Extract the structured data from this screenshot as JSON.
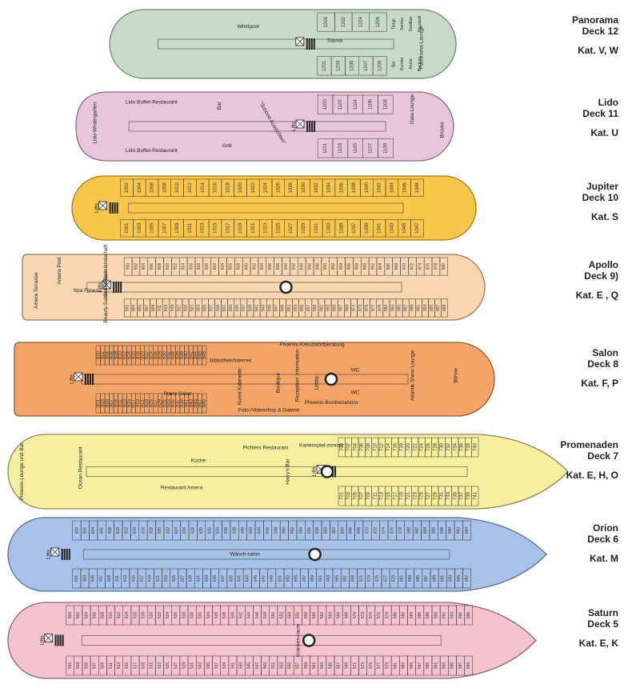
{
  "decks": [
    {
      "id": "panorama",
      "name": "Panorama",
      "deck": "Deck 12",
      "kat": "Kat. V, W",
      "color": "#c9d9c8",
      "stroke": "#6f8a70",
      "rooms": [
        {
          "id": "panorama-lounge",
          "label": "Panorama-Lounge"
        },
        {
          "id": "sauna-area",
          "label": "Sauna"
        },
        {
          "id": "whirl-pool",
          "label": "Whirlpool"
        }
      ],
      "cabins_top": [
        "1200",
        "1202",
        "1204",
        "1206"
      ],
      "cabins_bottom": [
        "1201",
        "1203",
        "1205",
        "1207",
        "1209"
      ],
      "extras": [
        "Tango",
        "Samba",
        "Sandbar",
        "Neustadt",
        "Bar",
        "Rumba",
        "Aruba",
        "Beckum"
      ]
    },
    {
      "id": "lido",
      "name": "Lido",
      "deck": "Deck 11",
      "kat": "Kat. U",
      "color": "#e7c5dd",
      "stroke": "#8b6a80",
      "rooms": [
        {
          "id": "lido-wintergarten",
          "label": "Lido-Wintergarten"
        },
        {
          "id": "lido-buffet-top",
          "label": "Lido Buffet-Restaurant"
        },
        {
          "id": "lido-buffet-bottom",
          "label": "Lido Buffet-Restaurant"
        },
        {
          "id": "bar",
          "label": "Bar"
        },
        {
          "id": "grill",
          "label": "Grill"
        },
        {
          "id": "schoene-aussichten",
          "label": "\"Schöne Aussichten\""
        },
        {
          "id": "gala-lounge",
          "label": "Gala-Lounge"
        },
        {
          "id": "bruecke",
          "label": "Brücke"
        },
        {
          "id": "lifts",
          "label": "Lifts"
        }
      ],
      "cabins_top": [
        "1100",
        "1102",
        "1104",
        "1106",
        "1108"
      ],
      "cabins_bottom": [
        "1101",
        "1103",
        "1105",
        "1107",
        "1109"
      ]
    },
    {
      "id": "jupiter",
      "name": "Jupiter",
      "deck": "Deck 10",
      "kat": "Kat. S",
      "color": "#f7c64a",
      "stroke": "#9a7d22",
      "rooms": [
        {
          "id": "lifts",
          "label": "Lifts"
        }
      ],
      "cabins_top": [
        "1002",
        "1004",
        "1006",
        "1008",
        "1010",
        "1012",
        "1014",
        "1016",
        "1018",
        "1020",
        "1022",
        "1024",
        "1026",
        "1028",
        "1030",
        "1032",
        "1034",
        "1036",
        "1038",
        "1040",
        "1042",
        "1044",
        "1046",
        "1048"
      ],
      "cabins_bottom": [
        "1001",
        "1003",
        "1005",
        "1007",
        "1009",
        "1011",
        "1013",
        "1015",
        "1017",
        "1019",
        "1021",
        "1023",
        "1025",
        "1027",
        "1029",
        "1031",
        "1033",
        "1035",
        "1037",
        "1039",
        "1041",
        "1043",
        "1045",
        "1047"
      ]
    },
    {
      "id": "apollo",
      "name": "Apollo",
      "deck": "Deck 9)",
      "kat": "Kat. E , Q",
      "color": "#f7d6b1",
      "stroke": "#9b7b58",
      "rooms": [
        {
          "id": "amera-terrasse",
          "label": "Amera Terrasse"
        },
        {
          "id": "amera-pool",
          "label": "Amera Pool"
        },
        {
          "id": "sauna-bad",
          "label": "Sauna Badelandschaft"
        },
        {
          "id": "spa",
          "label": "Spa Fitness"
        },
        {
          "id": "beauty",
          "label": "Beauty-Salon / Friseur"
        },
        {
          "id": "lifts",
          "label": "Lifts"
        }
      ],
      "cabins_top": [
        "900",
        "902",
        "904",
        "906",
        "908",
        "910",
        "912",
        "914",
        "916",
        "918",
        "920",
        "922",
        "924",
        "926",
        "928",
        "930",
        "932",
        "934",
        "936",
        "938",
        "940",
        "942",
        "944",
        "946",
        "948",
        "950",
        "952",
        "954",
        "956",
        "958",
        "960",
        "962",
        "964",
        "966",
        "968",
        "970",
        "972",
        "974",
        "976",
        "978",
        "980"
      ],
      "cabins_bottom": [
        "901",
        "903",
        "905",
        "907",
        "909",
        "911",
        "913",
        "915",
        "917",
        "919",
        "921",
        "923",
        "925",
        "927",
        "929",
        "931",
        "933",
        "935",
        "937",
        "939",
        "941",
        "943",
        "945",
        "947",
        "949",
        "951",
        "953",
        "955",
        "957",
        "959",
        "961",
        "963",
        "965",
        "967",
        "969",
        "971",
        "973",
        "975",
        "977",
        "979",
        "981",
        "983",
        "985",
        "987",
        "989",
        "991",
        "993",
        "995",
        "997",
        "999"
      ]
    },
    {
      "id": "salon",
      "name": "Salon",
      "deck": "Deck 8",
      "kat": "Kat.  F, P",
      "color": "#f4a466",
      "stroke": "#8d5c33",
      "rooms": [
        {
          "id": "bibliothek",
          "label": "Bibliothek/Internet"
        },
        {
          "id": "phoenix-kreuzfahrt",
          "label": "Phoenix-Kreuzfahrtberatung"
        },
        {
          "id": "kunst",
          "label": "Kunst Kabinette"
        },
        {
          "id": "boutique",
          "label": "Boutique"
        },
        {
          "id": "rezeption",
          "label": "Rezeption/ Information"
        },
        {
          "id": "lobby",
          "label": "Lobby"
        },
        {
          "id": "bordreisebuero",
          "label": "Phoenix-Bordreisebüro"
        },
        {
          "id": "foto",
          "label": "Foto-/Videoshop & Galerie"
        },
        {
          "id": "piano-salon",
          "label": "Piano Salon"
        },
        {
          "id": "atlantik-lounge",
          "label": "Atlantik Show-Lounge"
        },
        {
          "id": "buehne",
          "label": "Bühne"
        },
        {
          "id": "wc1",
          "label": "WC"
        },
        {
          "id": "wc2",
          "label": "WC"
        },
        {
          "id": "lifts",
          "label": "Lifts"
        }
      ],
      "cabins_top": [
        "800",
        "802",
        "804",
        "806",
        "808",
        "810",
        "812",
        "814",
        "816",
        "818",
        "820",
        "822",
        "824",
        "826",
        "828",
        "830",
        "832",
        "834",
        "836",
        "838",
        "840",
        "842",
        "844",
        "846",
        "848"
      ],
      "cabins_bottom": [
        "801",
        "803",
        "805",
        "807",
        "809",
        "811",
        "813",
        "815",
        "817",
        "819",
        "821",
        "823",
        "825",
        "827",
        "829",
        "831",
        "833",
        "835",
        "837",
        "839",
        "841",
        "843",
        "845",
        "847",
        "849"
      ]
    },
    {
      "id": "promenaden",
      "name": "Promenaden",
      "deck": "Deck 7",
      "kat": "Kat. E, H, O",
      "color": "#f7efa0",
      "stroke": "#8f8755",
      "rooms": [
        {
          "id": "phoenix-lounge",
          "label": "Phoenix-Lounge und Bar"
        },
        {
          "id": "ocean-restaurant",
          "label": "Ocean Restaurant"
        },
        {
          "id": "kueche",
          "label": "Küche"
        },
        {
          "id": "restaurant-amera",
          "label": "Restaurant Amera"
        },
        {
          "id": "pichlers",
          "label": "Pichlers Restaurant"
        },
        {
          "id": "harrys-bar",
          "label": "Harry's Bar"
        },
        {
          "id": "kartenspiel",
          "label": "Kartenspiel-zimmer"
        },
        {
          "id": "lifts",
          "label": "Lifts"
        }
      ],
      "cabins_top": [
        "700",
        "702",
        "704",
        "706",
        "708",
        "710",
        "712",
        "714",
        "716",
        "718",
        "720",
        "722",
        "724",
        "726",
        "728",
        "730",
        "732",
        "734",
        "736",
        "738",
        "740"
      ],
      "cabins_bottom": [
        "701",
        "703",
        "705",
        "707",
        "709",
        "711",
        "713",
        "715",
        "717",
        "719",
        "721",
        "723",
        "725",
        "727",
        "729",
        "731",
        "733",
        "735",
        "737",
        "739",
        "741"
      ]
    },
    {
      "id": "orion",
      "name": "Orion",
      "deck": "Deck 6",
      "kat": "Kat. M",
      "color": "#a8c1e8",
      "stroke": "#5c6f8e",
      "rooms": [
        {
          "id": "waeschsalon",
          "label": "Wäsch-salon"
        },
        {
          "id": "lifts",
          "label": "Lifts"
        }
      ],
      "cabins_top": [
        "600",
        "602",
        "604",
        "606",
        "608",
        "610",
        "612",
        "614",
        "616",
        "618",
        "620",
        "622",
        "624",
        "626",
        "628",
        "630",
        "632",
        "634",
        "636",
        "638",
        "640",
        "642",
        "644",
        "646",
        "648",
        "650",
        "652",
        "654",
        "656",
        "658",
        "660",
        "662",
        "664",
        "666",
        "668",
        "670",
        "672",
        "674",
        "676",
        "678",
        "680",
        "682",
        "684",
        "686",
        "688",
        "690",
        "692",
        "694"
      ],
      "cabins_bottom": [
        "601",
        "603",
        "605",
        "607",
        "609",
        "611",
        "613",
        "615",
        "617",
        "619",
        "621",
        "623",
        "625",
        "627",
        "629",
        "631",
        "633",
        "635",
        "637",
        "639",
        "641",
        "643",
        "645",
        "647",
        "649",
        "651",
        "653",
        "655",
        "657",
        "659",
        "661",
        "663",
        "665",
        "667",
        "669",
        "671",
        "673",
        "675",
        "677",
        "679",
        "681",
        "683",
        "685",
        "687",
        "689",
        "691",
        "693",
        "695",
        "697"
      ]
    },
    {
      "id": "saturn",
      "name": "Saturn",
      "deck": "Deck 5",
      "kat": "Kat.  E, K",
      "color": "#f5c2cf",
      "stroke": "#8d6570",
      "rooms": [
        {
          "id": "krankenraum",
          "label": "Kranken-raum"
        },
        {
          "id": "lifts",
          "label": "Lifts"
        }
      ],
      "cabins_top": [
        "500",
        "502",
        "504",
        "506",
        "508",
        "510",
        "512",
        "514",
        "516",
        "518",
        "520",
        "522",
        "524",
        "526",
        "528",
        "530",
        "532",
        "534",
        "536",
        "538",
        "540",
        "542",
        "544",
        "546",
        "548",
        "550",
        "552",
        "554",
        "556",
        "558",
        "560",
        "562",
        "564",
        "566",
        "568",
        "570",
        "572",
        "574",
        "576",
        "578",
        "580",
        "582",
        "584",
        "586",
        "588",
        "590",
        "592",
        "594",
        "596",
        "598"
      ],
      "cabins_bottom": [
        "501",
        "503",
        "505",
        "507",
        "509",
        "511",
        "513",
        "515",
        "517",
        "519",
        "521",
        "523",
        "525",
        "527",
        "529",
        "531",
        "533",
        "535",
        "537",
        "539",
        "541",
        "543",
        "545",
        "547",
        "549",
        "551",
        "553",
        "555",
        "557",
        "559",
        "561",
        "563",
        "565",
        "567",
        "569",
        "571",
        "573",
        "575",
        "577",
        "579",
        "581",
        "583",
        "585",
        "587",
        "589",
        "591",
        "593",
        "595",
        "597",
        "599"
      ]
    }
  ],
  "icons": {
    "lift": "lift-icon",
    "stair": "stair-icon",
    "life-ring": "life-ring-icon"
  }
}
